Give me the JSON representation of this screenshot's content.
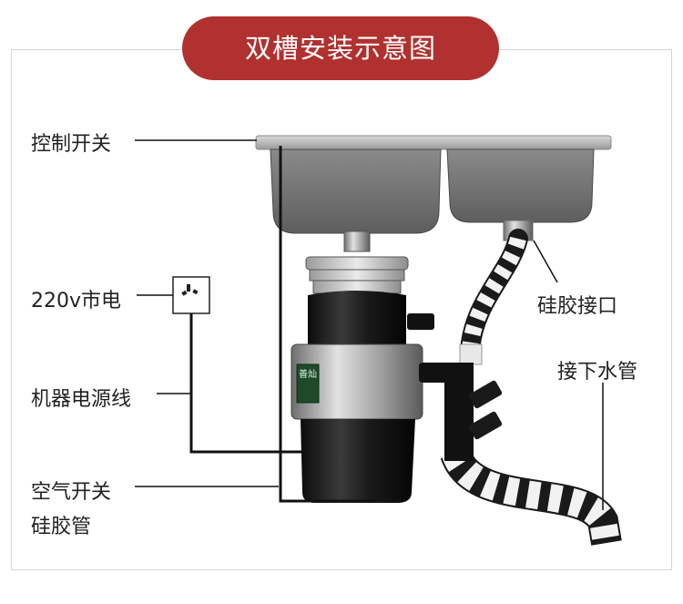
{
  "title": "双槽安装示意图",
  "labels": {
    "control_switch": "控制开关",
    "mains_220v": "220v市电",
    "power_cord": "机器电源线",
    "air_switch": "空气开关",
    "silicone_tube": "硅胶管",
    "silicone_joint": "硅胶接口",
    "drain_pipe": "接下水管"
  },
  "product": {
    "brand_badge": "善灿"
  },
  "colors": {
    "title_bg": "#b0312f",
    "title_text": "#ffffff",
    "leader_line": "#111111"
  }
}
